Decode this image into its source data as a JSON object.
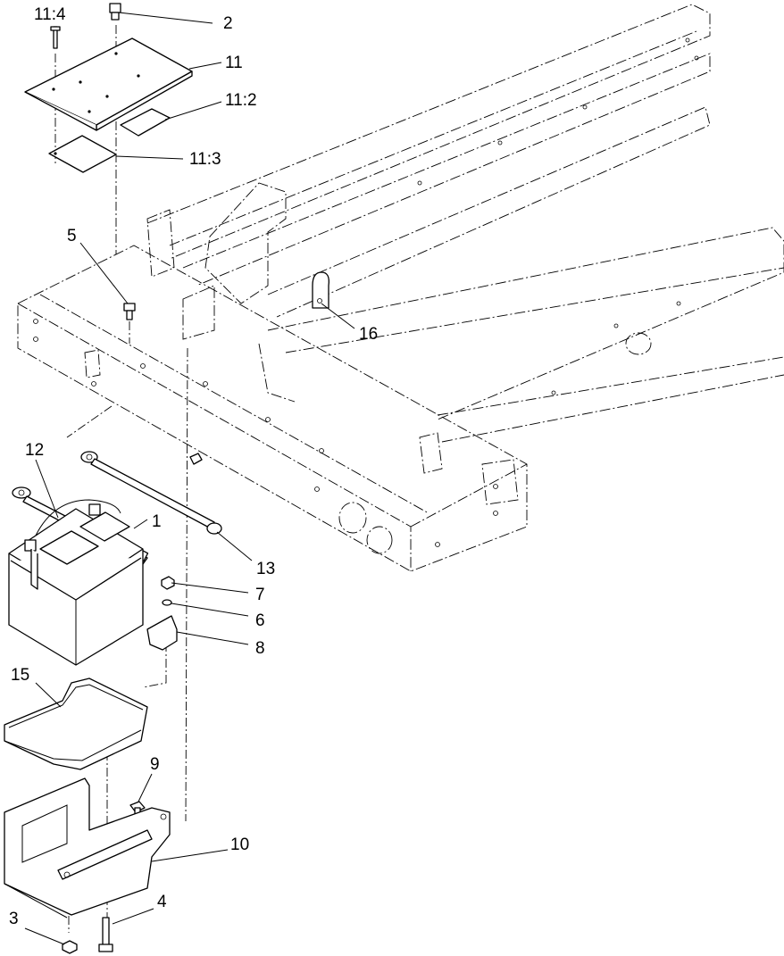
{
  "callouts": [
    {
      "id": "c-11-4",
      "text": "11:4"
    },
    {
      "id": "c-2",
      "text": "2"
    },
    {
      "id": "c-11",
      "text": "11"
    },
    {
      "id": "c-11-2",
      "text": "11:2"
    },
    {
      "id": "c-11-3",
      "text": "11:3"
    },
    {
      "id": "c-5",
      "text": "5"
    },
    {
      "id": "c-16",
      "text": "16"
    },
    {
      "id": "c-12",
      "text": "12"
    },
    {
      "id": "c-1",
      "text": "1"
    },
    {
      "id": "c-13",
      "text": "13"
    },
    {
      "id": "c-7",
      "text": "7"
    },
    {
      "id": "c-6",
      "text": "6"
    },
    {
      "id": "c-8",
      "text": "8"
    },
    {
      "id": "c-15",
      "text": "15"
    },
    {
      "id": "c-9",
      "text": "9"
    },
    {
      "id": "c-10",
      "text": "10"
    },
    {
      "id": "c-3",
      "text": "3"
    },
    {
      "id": "c-4",
      "text": "4"
    }
  ]
}
